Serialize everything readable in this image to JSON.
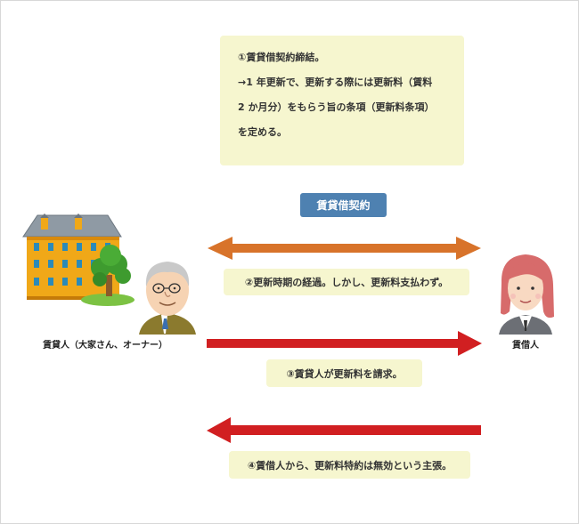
{
  "contract_note": {
    "lines": [
      "①賃貸借契約締結。",
      "→1 年更新で、更新する際には更新料（賃料",
      "2 か月分）をもらう旨の条項（更新料条項）",
      "を定める。"
    ]
  },
  "contract_tag": "賃貸借契約",
  "steps": {
    "step2": "②更新時期の経過。しかし、更新料支払わず。",
    "step3": "③賃貸人が更新料を請求。",
    "step4": "④賃借人から、更新料特約は無効という主張。"
  },
  "parties": {
    "lessor": "賃貸人（大家さん、オーナー）",
    "lessee": "賃借人"
  },
  "colors": {
    "note_bg": "#f6f6cf",
    "tag_bg": "#4e81b1",
    "arrow_both": "#d8732a",
    "arrow_red": "#d11f21",
    "building": "#f0a818"
  },
  "arrows": [
    {
      "id": "step2",
      "direction": "both",
      "color": "orange"
    },
    {
      "id": "step3",
      "direction": "right",
      "color": "red"
    },
    {
      "id": "step4",
      "direction": "left",
      "color": "red"
    }
  ]
}
